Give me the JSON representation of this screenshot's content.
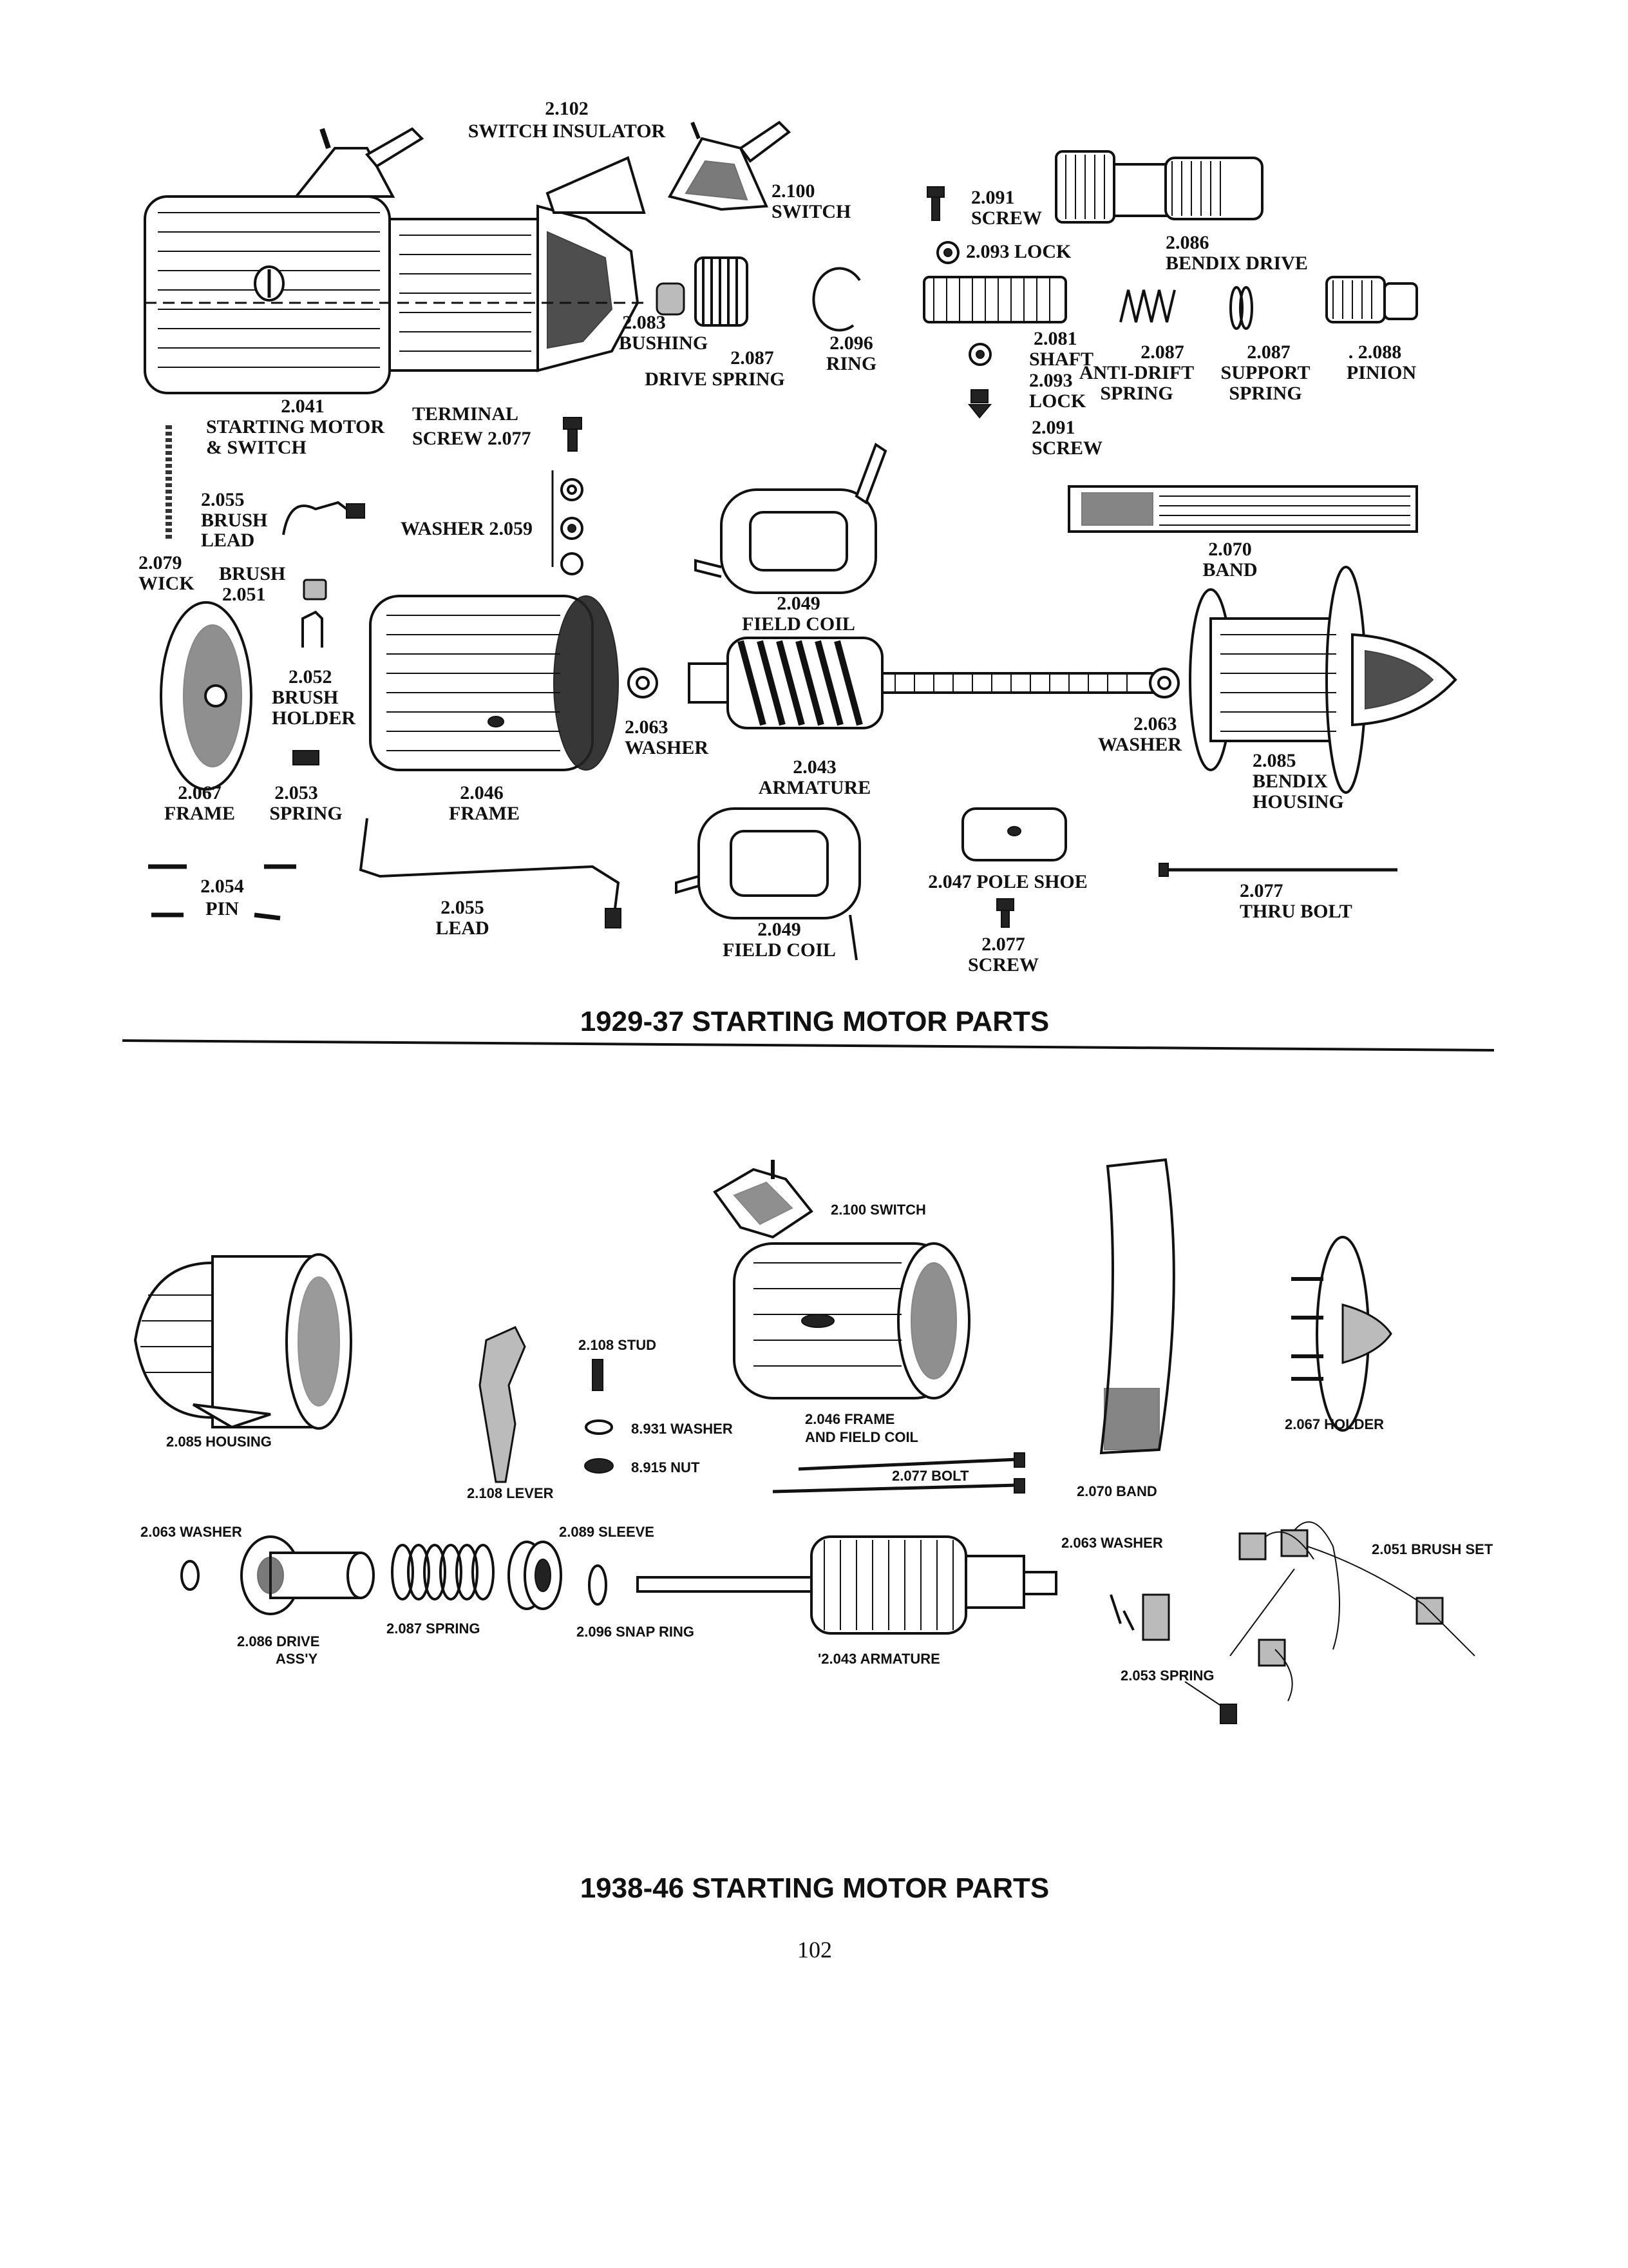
{
  "page_number": "102",
  "top_section": {
    "title": "1929-37 STARTING MOTOR PARTS",
    "labels": {
      "switch_insulator_num": "2.102",
      "switch_insulator_name": "SWITCH INSULATOR",
      "switch_num": "2.100",
      "switch_name": "SWITCH",
      "screw_num_a": "2.091",
      "screw_name_a": "SCREW",
      "lock_a": "2.093 LOCK",
      "bendix_drive_num": "2.086",
      "bendix_drive_name": "BENDIX DRIVE",
      "bushing_num": "2.083",
      "bushing_name": "BUSHING",
      "drive_spring_num": "2.087",
      "drive_spring_name": "DRIVE SPRING",
      "ring_num": "2.096",
      "ring_name": "RING",
      "shaft_num": "2.081",
      "shaft_name": "SHAFT",
      "lock_b_num": "2.093",
      "lock_b_name": "LOCK",
      "screw_num_b": "2.091",
      "screw_name_b": "SCREW",
      "anti_drift_num": "2.087",
      "anti_drift_name1": "ANTI-DRIFT",
      "anti_drift_name2": "SPRING",
      "support_spring_num": "2.087",
      "support_spring_name1": "SUPPORT",
      "support_spring_name2": "SPRING",
      "pinion_num": ". 2.088",
      "pinion_name": "PINION",
      "starting_motor_num": "2.041",
      "starting_motor_name1": "STARTING MOTOR",
      "starting_motor_name2": "& SWITCH",
      "terminal_1": "TERMINAL",
      "terminal_2": "SCREW 2.077",
      "brush_lead_num": "2.055",
      "brush_lead_name1": "BRUSH",
      "brush_lead_name2": "LEAD",
      "washer_2059": "WASHER 2.059",
      "wick_num": "2.079",
      "wick_name": "WICK",
      "brush_name": "BRUSH",
      "brush_num": "2.051",
      "field_coil_num_a": "2.049",
      "field_coil_name_a": "FIELD COIL",
      "band_num": "2.070",
      "band_name": "BAND",
      "brush_holder_num": "2.052",
      "brush_holder_name1": "BRUSH",
      "brush_holder_name2": "HOLDER",
      "washer_l_num": "2.063",
      "washer_l_name": "WASHER",
      "armature_num": "2.043",
      "armature_name": "ARMATURE",
      "washer_r_num": "2.063",
      "washer_r_name": "WASHER",
      "bendix_housing_num": "2.085",
      "bendix_housing_name1": "BENDIX",
      "bendix_housing_name2": "HOUSING",
      "frame_a_num": "2.067",
      "frame_a_name": "FRAME",
      "spring_num": "2.053",
      "spring_name": "SPRING",
      "frame_b_num": "2.046",
      "frame_b_name": "FRAME",
      "pin_num": "2.054",
      "pin_name": "PIN",
      "lead_num": "2.055",
      "lead_name": "LEAD",
      "field_coil_num_b": "2.049",
      "field_coil_name_b": "FIELD COIL",
      "pole_shoe": "2.047 POLE SHOE",
      "screw_c_num": "2.077",
      "screw_c_name": "SCREW",
      "thru_bolt_num": "2.077",
      "thru_bolt_name": "THRU BOLT"
    }
  },
  "bottom_section": {
    "title": "1938-46 STARTING MOTOR PARTS",
    "labels": {
      "switch": "2.100 SWITCH",
      "housing": "2.085 HOUSING",
      "stud": "2.108 STUD",
      "washer_8931": "8.931 WASHER",
      "nut": "8.915 NUT",
      "lever": "2.108 LEVER",
      "frame_field_1": "2.046 FRAME",
      "frame_field_2": "AND FIELD COIL",
      "bolt": "2.077 BOLT",
      "band": "2.070 BAND",
      "holder": "2.067 HOLDER",
      "washer_left": "2.063 WASHER",
      "sleeve": "2.089 SLEEVE",
      "washer_right": "2.063 WASHER",
      "brush_set": "2.051 BRUSH SET",
      "drive_1": "2.086 DRIVE",
      "drive_2": "ASS'Y",
      "spring": "2.087 SPRING",
      "snap_ring": "2.096 SNAP RING",
      "armature": "'2.043 ARMATURE",
      "spring_2053": "2.053 SPRING"
    }
  }
}
